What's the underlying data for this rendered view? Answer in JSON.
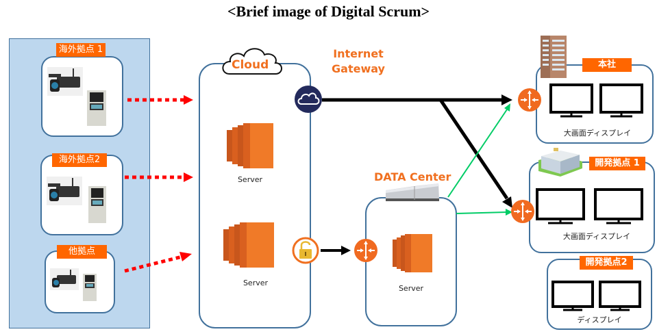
{
  "title": "<Brief image of Digital Scrum>",
  "sources": {
    "sites": [
      {
        "label": "海外拠点 1",
        "devices": [
          "video-camera",
          "control-unit"
        ]
      },
      {
        "label": "海外拠点2",
        "devices": [
          "video-camera",
          "control-unit"
        ]
      },
      {
        "label": "他拠点",
        "devices": [
          "video-camera",
          "control-unit"
        ]
      }
    ]
  },
  "cloud": {
    "label": "Cloud",
    "servers": [
      {
        "label": "Server"
      },
      {
        "label": "Server"
      }
    ],
    "gateway_label_line1": "Internet",
    "gateway_label_line2": "Gateway"
  },
  "data_center": {
    "label": "DATA Center",
    "server_label": "Server"
  },
  "destinations": [
    {
      "label": "本社",
      "caption": "大画面ディスプレイ",
      "displays": 2
    },
    {
      "label": "開発拠点 1",
      "caption": "大画面ディスプレイ",
      "displays": 2
    },
    {
      "label": "開発拠点2",
      "caption": "ディスプレイ",
      "displays": 2
    }
  ],
  "colors": {
    "accent_orange": "#ff6600",
    "panel_blue": "#bdd7ee",
    "border_blue": "#41719c",
    "dotted_red": "#ff0000",
    "green_link": "#00cc66",
    "gateway_navy": "#232a5c"
  }
}
